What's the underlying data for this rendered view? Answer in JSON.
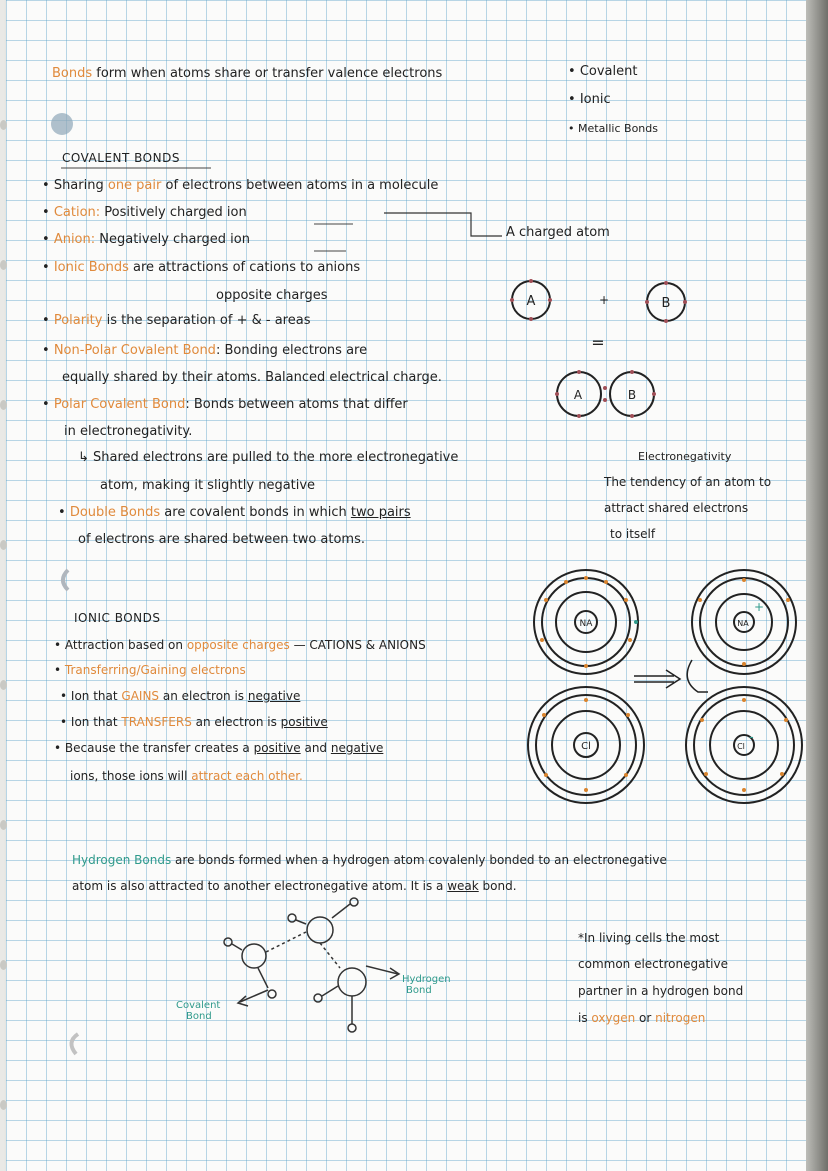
{
  "header": {
    "bonds_word": "Bonds",
    "intro_rest": "form when atoms share or transfer valence electrons",
    "bond_types": [
      "Covalent",
      "Ionic",
      "Metallic Bonds"
    ]
  },
  "covalent": {
    "heading": "COVALENT BONDS",
    "sharing_pre": "Sharing ",
    "sharing_highlight": "one pair",
    "sharing_post": " of electrons between atoms in a molecule",
    "cation_term": "Cation:",
    "cation_def": " Positively charged ion",
    "anion_term": "Anion:",
    "anion_def": " Negatively charged ion",
    "charged_atom_note": "A charged atom",
    "ionic_bonds_term": "Ionic Bonds",
    "ionic_bonds_def": " are attractions of cations to anions",
    "opposite_charges": "opposite charges",
    "polarity_term": "Polarity",
    "polarity_def": " is the separation of + & - areas",
    "nonpolar_term": "Non-Polar Covalent Bond",
    "nonpolar_def1": ": Bonding electrons are",
    "nonpolar_def2": "equally shared by their atoms. Balanced electrical charge.",
    "polar_term": "Polar Covalent Bond",
    "polar_def1": ": Bonds between atoms that differ",
    "polar_def2": "in electronegativity.",
    "shared_note1": "Shared electrons are pulled to the more electronegative",
    "shared_note2": "atom, making it slightly negative",
    "double_term": "Double Bonds",
    "double_def1a": " are covalent bonds in which ",
    "double_def1b": "two pairs",
    "double_def2": "of electrons are shared between two atoms."
  },
  "atom_diagram": {
    "atom_a": "A",
    "atom_b": "B",
    "plus": "+",
    "equals": "="
  },
  "electronegativity": {
    "title": "Electronegativity",
    "line1": "The tendency of an atom to",
    "line2": "attract shared electrons",
    "line3": "to itself"
  },
  "ionic": {
    "heading": "IONIC BONDS",
    "attraction_pre": "Attraction based on ",
    "attraction_highlight": "opposite charges",
    "attraction_post": " — CATIONS & ANIONS",
    "transfer_a": "Transferring/",
    "transfer_b": "Gaining",
    "transfer_c": " electrons",
    "gains_pre": "Ion that ",
    "gains_word": "GAINS",
    "gains_mid": " an electron is ",
    "gains_end": "negative",
    "transfers_pre": "Ion that ",
    "transfers_word": "TRANSFERS",
    "transfers_mid": " an electron is ",
    "transfers_end": "positive",
    "because1_pre": "Because the transfer creates a ",
    "because1_pos": "positive",
    "because1_and": " and ",
    "because1_neg": "negative",
    "because2_pre": "ions, those ions will ",
    "because2_hl": "attract each other."
  },
  "ion_diagram": {
    "na": "NA",
    "cl": "Cl",
    "plus": "+",
    "minus": "-"
  },
  "hydrogen": {
    "term": "Hydrogen Bonds",
    "line1_post": " are bonds formed when a hydrogen atom covalenly bonded to an electronegative",
    "line2_pre": "atom is also attracted to another electronegative atom. It is a ",
    "line2_weak": "weak",
    "line2_end": " bond.",
    "label_covalent1": "Covalent",
    "label_covalent2": "Bond",
    "label_hydrogen1": "Hydrogen",
    "label_hydrogen2": "Bond",
    "note1": "*In living cells the most",
    "note2": "common electronegative",
    "note3": "partner in a hydrogen bond",
    "note4_pre": "is ",
    "note4_oxygen": "oxygen",
    "note4_or": " or ",
    "note4_nitrogen": "nitrogen"
  },
  "colors": {
    "orange_ink": "#e08a3c",
    "teal_ink": "#2f9a8b",
    "grid": "#58a0c8"
  }
}
